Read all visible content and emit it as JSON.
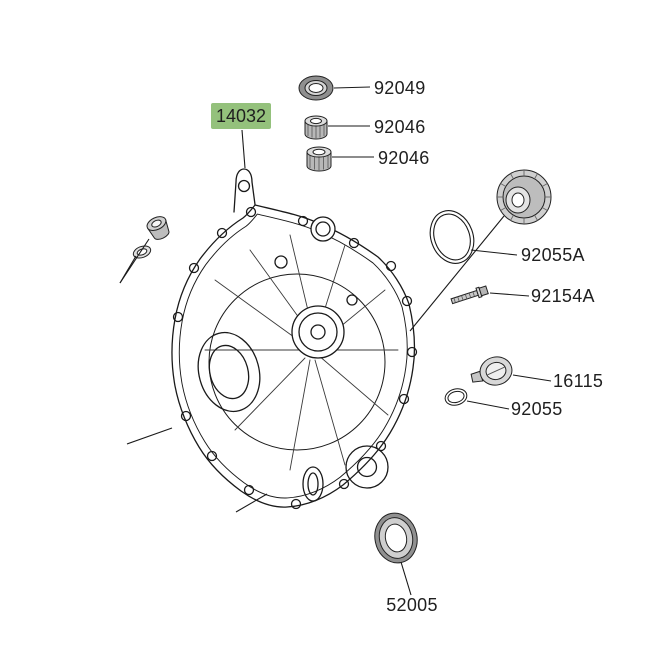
{
  "diagram": {
    "background": "#ffffff",
    "line_color": "#1a1a1a",
    "highlight_color": "#94c17c",
    "selected_part": {
      "number": "14032"
    },
    "part_labels": [
      {
        "number": "92049"
      },
      {
        "number": "92046"
      },
      {
        "number": "92046"
      },
      {
        "number": "92055A"
      },
      {
        "number": "92154A"
      },
      {
        "number": "16115"
      },
      {
        "number": "92055"
      },
      {
        "number": "52005"
      }
    ]
  }
}
